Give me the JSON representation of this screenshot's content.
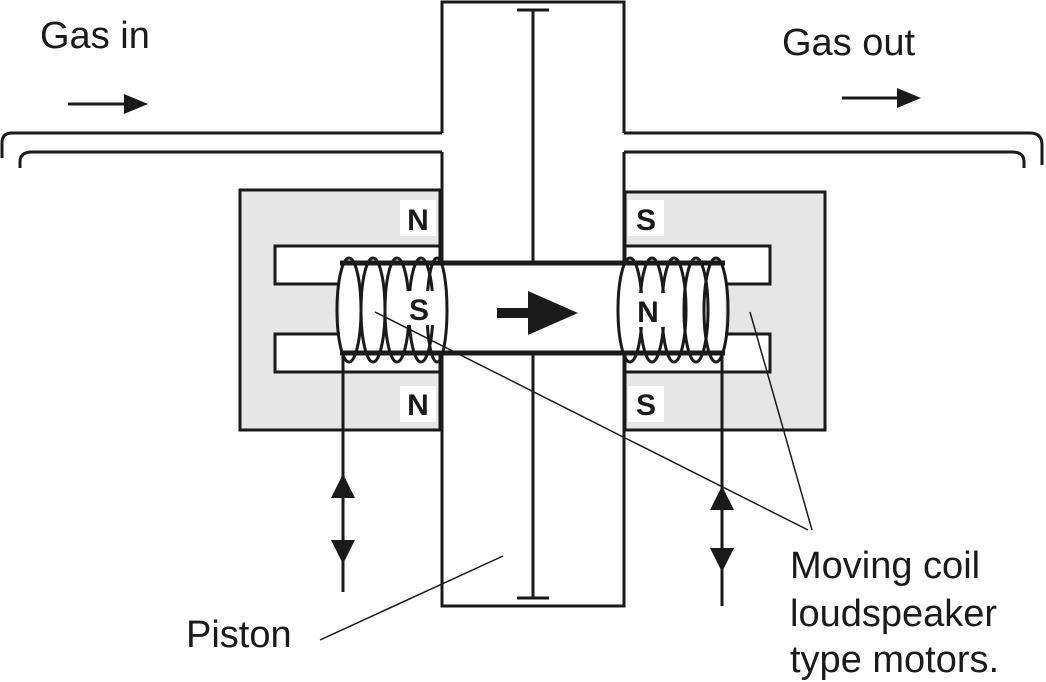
{
  "labels": {
    "gas_in": "Gas in",
    "gas_out": "Gas out",
    "piston": "Piston",
    "motor_line1": "Moving coil",
    "motor_line2": "loudspeaker",
    "motor_line3": "type motors."
  },
  "poles": {
    "left_top": "N",
    "left_center": "S",
    "left_bottom": "N",
    "right_top": "S",
    "right_center": "N",
    "right_bottom": "S"
  },
  "colors": {
    "line": "#1a1a1a",
    "magnet_fill": "#e6e6e6",
    "background": "#ffffff"
  }
}
